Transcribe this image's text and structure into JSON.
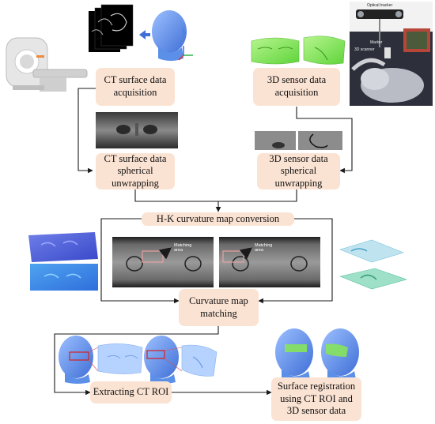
{
  "boxes": {
    "ct_acquisition": "CT surface data\nacquisition",
    "sensor_acquisition": "3D sensor data\nacquisition",
    "ct_unwrapping": "CT surface data\nspherical\nunwrapping",
    "sensor_unwrapping": "3D sensor data\nspherical\nunwrapping",
    "hk_conversion": "H-K curvature map conversion",
    "curvature_matching": "Curvature map\nmatching",
    "extract_roi": "Extracting CT ROI",
    "registration": "Surface registration\nusing CT ROI and\n3D sensor data"
  },
  "annotations": {
    "matching_area_left": "Matching\narea",
    "matching_area_right": "Matching\narea",
    "optical_tracker": "Optical tracker",
    "marker": "Marker",
    "scanner": "3D scanner"
  },
  "colors": {
    "box_fill": "#fbe3d3",
    "arrow": "#1a1a1a",
    "head_blue": "#5b8fe8",
    "sensor_green": "#86e35c"
  }
}
